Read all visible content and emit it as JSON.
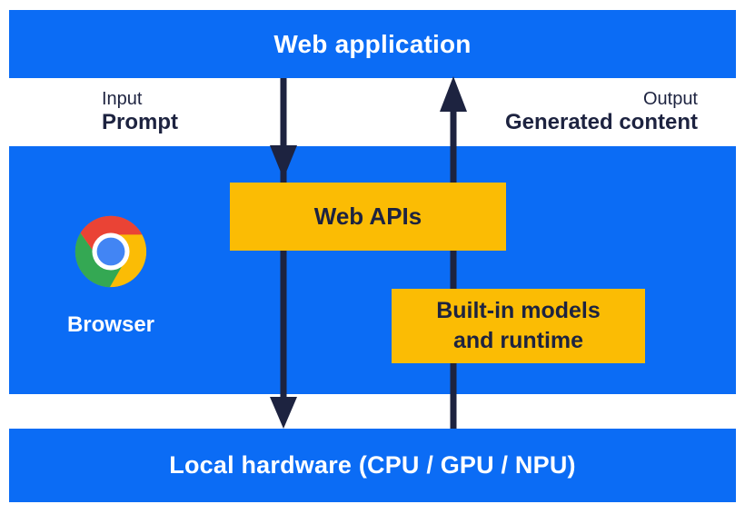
{
  "diagram": {
    "title": "Web application",
    "input": {
      "line1": "Input",
      "line2": "Prompt"
    },
    "output": {
      "line1": "Output",
      "line2": "Generated content"
    },
    "browser": {
      "label": "Browser",
      "icon": "chrome-logo"
    },
    "web_apis": {
      "label": "Web APIs"
    },
    "builtin_models": {
      "line1": "Built-in models",
      "line2": "and runtime"
    },
    "local_hardware": {
      "label": "Local hardware (CPU / GPU / NPU)"
    },
    "arrows": [
      {
        "name": "prompt-flow",
        "direction": "down",
        "from": "Web application",
        "to": "Local hardware (CPU / GPU / NPU)",
        "through": "Web APIs"
      },
      {
        "name": "generated-content-flow",
        "direction": "up",
        "from": "Local hardware (CPU / GPU / NPU)",
        "to": "Web application",
        "through": "Built-in models and runtime"
      }
    ]
  },
  "colors": {
    "bar_blue": "#0B6CF5",
    "box_yellow": "#FBBC04",
    "arrow_navy": "#1D2340",
    "text_white": "#FFFFFF",
    "chrome_red": "#EA4335",
    "chrome_yellow": "#FBBC05",
    "chrome_green": "#34A853",
    "chrome_blue": "#4285F4"
  }
}
